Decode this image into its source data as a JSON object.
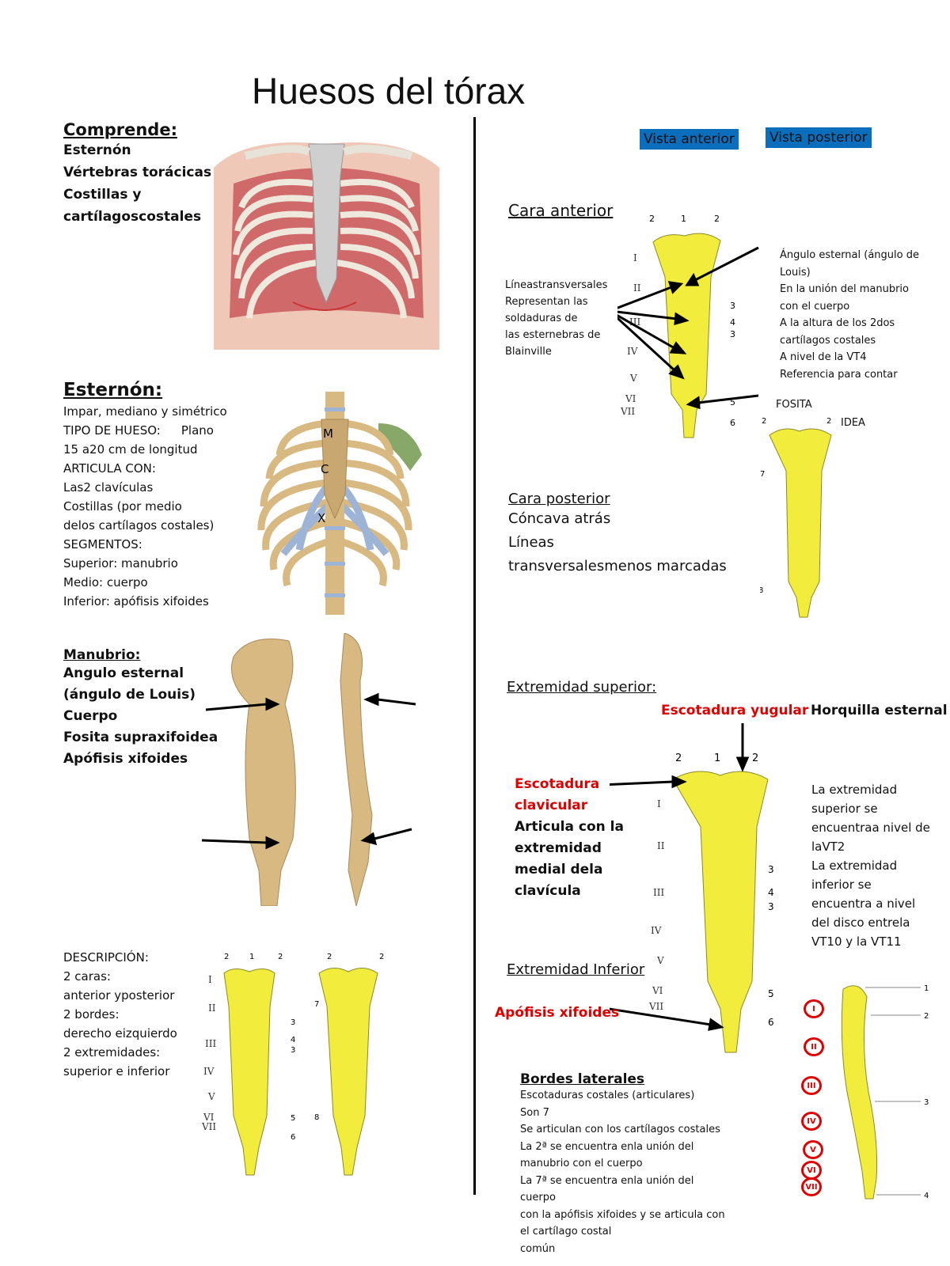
{
  "title": "Huesos del tórax",
  "comprende": {
    "heading": "Comprende:",
    "items": [
      "Esternón",
      "Vértebras torácicas",
      "Costillas y",
      "cartílagoscostales"
    ]
  },
  "esternon": {
    "heading": "Esternón:",
    "lines": [
      "Impar, mediano y simétrico",
      "TIPO DE HUESO:",
      "15 a20 cm de longitud",
      "ARTICULA CON:",
      "Las2 clavículas",
      "Costillas (por medio",
      "delos cartílagos costales)",
      "SEGMENTOS:",
      "Superior: manubrio",
      "Medio: cuerpo",
      "Inferior: apófisis xifoides"
    ],
    "tipo_value": "Plano",
    "figure_labels": [
      "M",
      "C",
      "X"
    ]
  },
  "manubrio": {
    "heading": "Manubrio:",
    "lines": [
      "Angulo esternal",
      "(ángulo de Louis)",
      "Cuerpo",
      "Fosita supraxifoidea",
      "Apófisis xifoides"
    ]
  },
  "descripcion": {
    "lines": [
      "DESCRIPCIÓN:",
      "2 caras:",
      "anterior yposterior",
      "2 bordes:",
      "derecho eizquierdo",
      "2 extremidades:",
      "superior e inferior"
    ]
  },
  "vistas": {
    "anterior": "Vista anterior",
    "posterior": "Vista posterior"
  },
  "cara_anterior": {
    "heading": "Cara anterior",
    "lineas_note": [
      "Líneastransversales",
      "Representan las",
      "soldaduras de",
      "las esternebras de",
      "Blainville"
    ],
    "angulo_note": [
      "Ángulo esternal (ángulo de",
      "Louis)",
      "En la unión del manubrio",
      "con el cuerpo",
      "A la altura de los 2dos",
      "cartílagos costales",
      "A nivel de la VT4",
      "Referencia para contar"
    ],
    "fosita": "FOSITA",
    "idea": "IDEA"
  },
  "cara_posterior": {
    "heading": "Cara posterior",
    "lines": [
      "Cóncava atrás",
      "Líneas",
      "transversalesmenos marcadas"
    ]
  },
  "extremidad_superior": {
    "heading": "Extremidad superior:",
    "escotadura_yugular": "Escotadura yugular",
    "horquilla": "Horquilla esternal",
    "escotadura_clavicular": [
      "Escotadura",
      "clavicular"
    ],
    "articula": [
      "Articula con la",
      "extremidad",
      "medial dela",
      "clavícula"
    ],
    "nivel_note": [
      "La extremidad",
      "superior se",
      "encuentraa nivel de",
      "laVT2",
      "La extremidad",
      "inferior se",
      "encuentra a nivel",
      "del disco entrela",
      "VT10 y la VT11"
    ]
  },
  "extremidad_inferior": {
    "heading": "Extremidad Inferior",
    "apofisis": "Apófisis xifoides"
  },
  "bordes_laterales": {
    "heading": "Bordes laterales",
    "lines": [
      "Escotaduras costales (articulares)",
      "Son 7",
      "Se articulan con los cartílagos costales",
      "La 2ª se encuentra enla unión del",
      "manubrio con el cuerpo",
      "La 7ª se encuentra enla unión del",
      "cuerpo",
      "con la apófisis xifoides y se articula con",
      "el cartílago costal",
      "común"
    ]
  },
  "figure_marks": {
    "roman": [
      "I",
      "II",
      "III",
      "IV",
      "V",
      "VI",
      "VII"
    ],
    "numbers": [
      "1",
      "2",
      "3",
      "4",
      "5",
      "6",
      "7",
      "8"
    ],
    "circled": [
      "I",
      "II",
      "III",
      "IV",
      "V",
      "VI",
      "VII"
    ]
  },
  "colors": {
    "bone_yellow": "#f2ec3c",
    "bone_tan": "#d9b982",
    "cartilage_blue": "#9db4d6",
    "tab_blue": "#0a6ebd",
    "accent_red": "#e00000",
    "muscle_red": "#d06a6a"
  }
}
